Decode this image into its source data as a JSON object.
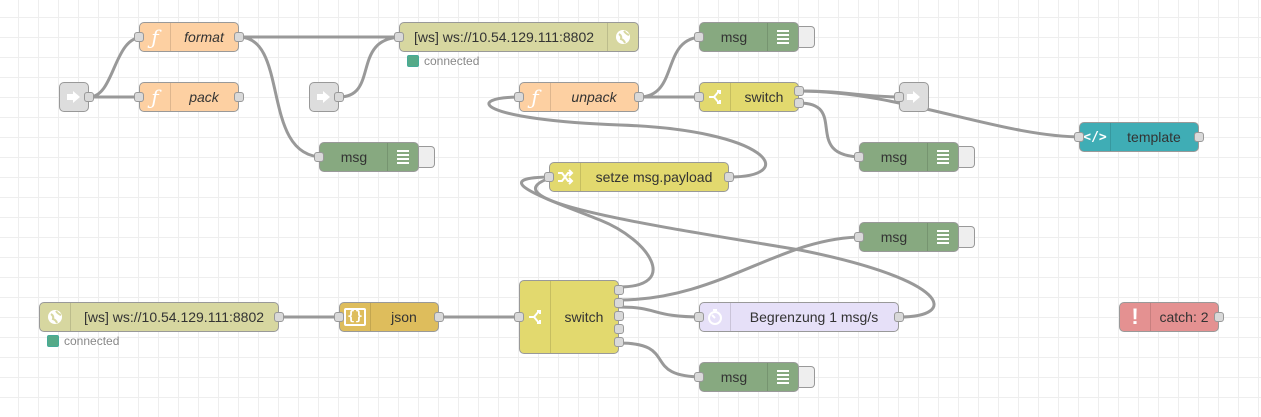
{
  "colors": {
    "function": "#fdd0a2",
    "websocket": "#d7d7a0",
    "debug": "#87a980",
    "switch": "#e2d96e",
    "change": "#e2d96e",
    "json": "#debd5c",
    "delay": "#e6e0f8",
    "template": "#3fadb5",
    "catch": "#e49191",
    "link": "#dddddd",
    "wire": "#999999",
    "status_ok": "#5a8"
  },
  "nodes": {
    "link_in_1": {
      "icon": "link-in-icon"
    },
    "link_in_2": {
      "icon": "link-in-icon"
    },
    "link_out_1": {
      "icon": "link-out-icon"
    },
    "format": {
      "label": "format",
      "icon": "function-icon"
    },
    "pack": {
      "label": "pack",
      "icon": "function-icon"
    },
    "ws_out": {
      "label": "[ws] ws://10.54.129.111:8802",
      "icon": "globe-icon",
      "status": "connected"
    },
    "unpack": {
      "label": "unpack",
      "icon": "function-icon"
    },
    "msg_1": {
      "label": "msg"
    },
    "switch_1": {
      "label": "switch",
      "icon": "switch-icon"
    },
    "template": {
      "label": "template",
      "icon": "code-icon"
    },
    "msg_2": {
      "label": "msg"
    },
    "msg_3": {
      "label": "msg"
    },
    "setze": {
      "label": "setze msg.payload",
      "icon": "shuffle-icon"
    },
    "msg_4": {
      "label": "msg"
    },
    "ws_in": {
      "label": "[ws] ws://10.54.129.111:8802",
      "icon": "globe-icon",
      "status": "connected"
    },
    "json": {
      "label": "json",
      "icon": "json-icon"
    },
    "switch_2": {
      "label": "switch",
      "icon": "switch-icon"
    },
    "delay": {
      "label": "Begrenzung 1 msg/s",
      "icon": "timer-icon"
    },
    "catch": {
      "label": "catch: 2",
      "icon": "alert-icon"
    },
    "msg_5": {
      "label": "msg"
    }
  }
}
